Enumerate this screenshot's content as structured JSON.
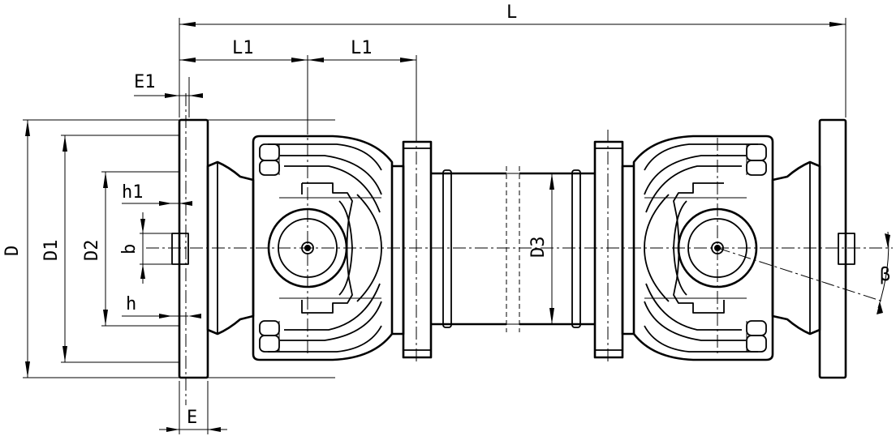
{
  "labels": {
    "L": "L",
    "L1_left": "L1",
    "L1_right": "L1",
    "E1": "E1",
    "D": "D",
    "D1": "D1",
    "D2": "D2",
    "h1": "h1",
    "b": "b",
    "h": "h",
    "E": "E",
    "D3": "D3",
    "beta": "β"
  }
}
